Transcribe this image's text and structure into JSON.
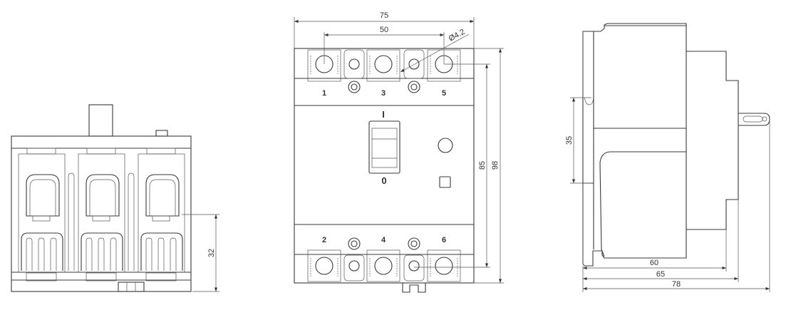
{
  "front_view": {
    "dims": {
      "width": "75",
      "pole_pitch": "50",
      "hole": "Ø4.2",
      "terminal_span": "85",
      "height": "98"
    },
    "top_poles": [
      "1",
      "3",
      "5"
    ],
    "bottom_poles": [
      "2",
      "4",
      "6"
    ],
    "toggle_on": "I",
    "toggle_off": "0"
  },
  "end_view": {
    "dims": {
      "terminal_height": "32"
    }
  },
  "side_view": {
    "dims": {
      "rail": "35",
      "depth_body": "60",
      "depth_front": "65",
      "depth_total": "78"
    }
  },
  "colors": {
    "line": "#3a3a3a",
    "text": "#333333"
  }
}
